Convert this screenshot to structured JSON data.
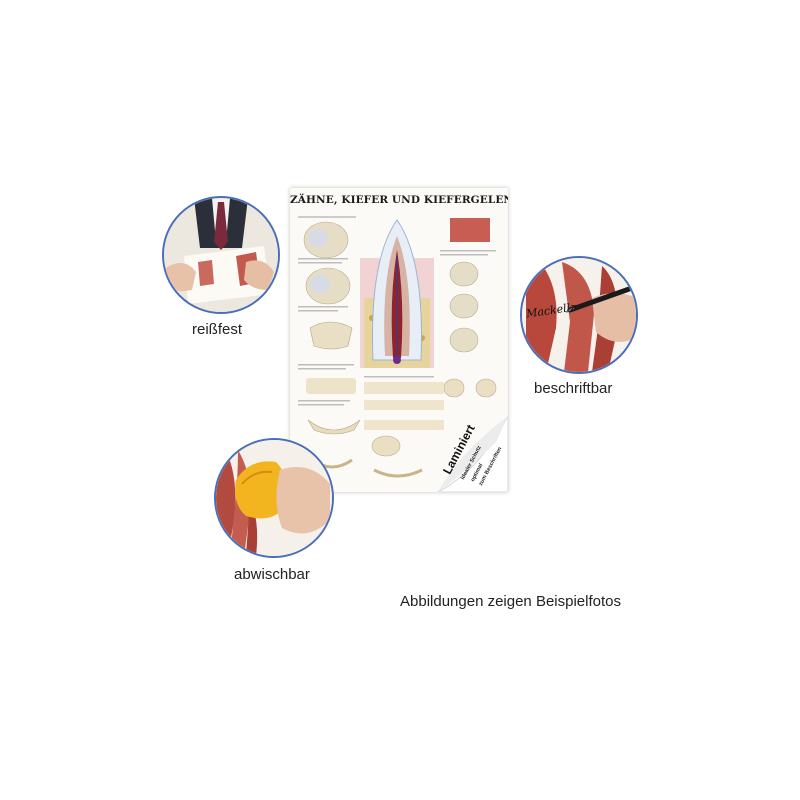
{
  "poster": {
    "title": "ZÄHNE, KIEFER UND KIEFERGELENK",
    "corner_badge": {
      "main": "Laminiert",
      "line1": "Idealer Schutz",
      "line2": "optimal",
      "line3": "zum Beschriften"
    }
  },
  "features": [
    {
      "caption": "reißfest"
    },
    {
      "caption": "beschriftbar",
      "handwriting": "Mackellz"
    },
    {
      "caption": "abwischbar"
    }
  ],
  "footer_note": "Abbildungen zeigen Beispielfotos",
  "colors": {
    "circle_border": "#4a6fb8",
    "muscle_red": "#b8473c",
    "sponge_yellow": "#f2b41f"
  }
}
